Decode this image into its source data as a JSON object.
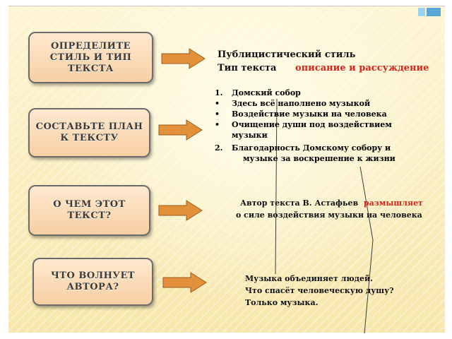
{
  "boxes": [
    {
      "text": "ОПРЕДЕЛИТЕ\nСТИЛЬ И ТИП\nТЕКСТА"
    },
    {
      "text": "СОСТАВЬТЕ ПЛАН\nК ТЕКСТУ"
    },
    {
      "text": "О ЧЕМ ЭТОТ\nТЕКСТ?"
    },
    {
      "text": "ЧТО ВОЛНУЕТ\nАВТОРА?"
    }
  ],
  "style_block": {
    "line1": "Публицистический стиль",
    "line2_label": "Тип текста",
    "line2_value": "описание и рассуждение"
  },
  "plan": [
    {
      "marker": "1.",
      "text": "Домский собор"
    },
    {
      "marker": "•",
      "text": "Здесь всё наполнено музыкой"
    },
    {
      "marker": "•",
      "text": "Воздействие музыки на человека"
    },
    {
      "marker": "•",
      "text": "Очищение души под воздействием"
    },
    {
      "marker": "",
      "text": "музыки"
    },
    {
      "marker": "2.",
      "text": "Благодарность Домскому собору и"
    },
    {
      "marker": "",
      "text": "музыке за воскрешение к жизни"
    }
  ],
  "about": {
    "prefix": "Автор текста В. Астафьев",
    "verb": "размышляет",
    "line2": "о силе воздействия музыки на человека"
  },
  "concern": {
    "line1": "Музыка объединяет людей.",
    "line2": "Что спасёт человеческую душу?",
    "line3": "Только музыка."
  },
  "colors": {
    "accent_red": "#d2251b",
    "arrow_fill": "#e2913a",
    "box_fill": "#f7cfa4",
    "background": "#fbf1c6"
  }
}
